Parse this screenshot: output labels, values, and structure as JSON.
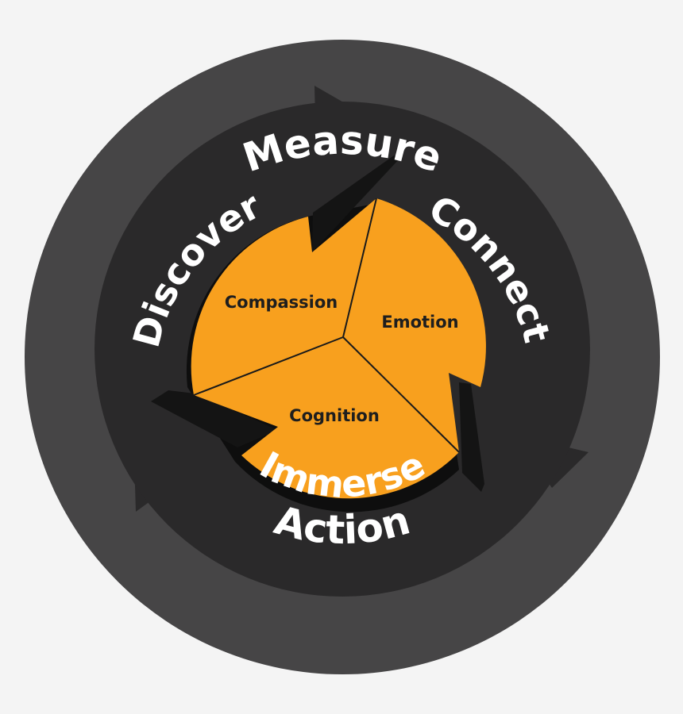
{
  "colors": {
    "background": "#f4f4f4",
    "outer_ring": "#464546",
    "inner_ring": "#2a292a",
    "arrow_dark": "#141414",
    "core_shadow": "#0e0e0e",
    "core_fill": "#f8a01e",
    "text_light": "#ffffff",
    "text_dark": "#1e1e1e"
  },
  "outer_ring": {
    "labels": [
      "Measure",
      "Action"
    ]
  },
  "inner_ring": {
    "labels": [
      "Discover",
      "Connect",
      "Immerse"
    ]
  },
  "core": {
    "segments": [
      "Compassion",
      "Emotion",
      "Cognition"
    ]
  }
}
